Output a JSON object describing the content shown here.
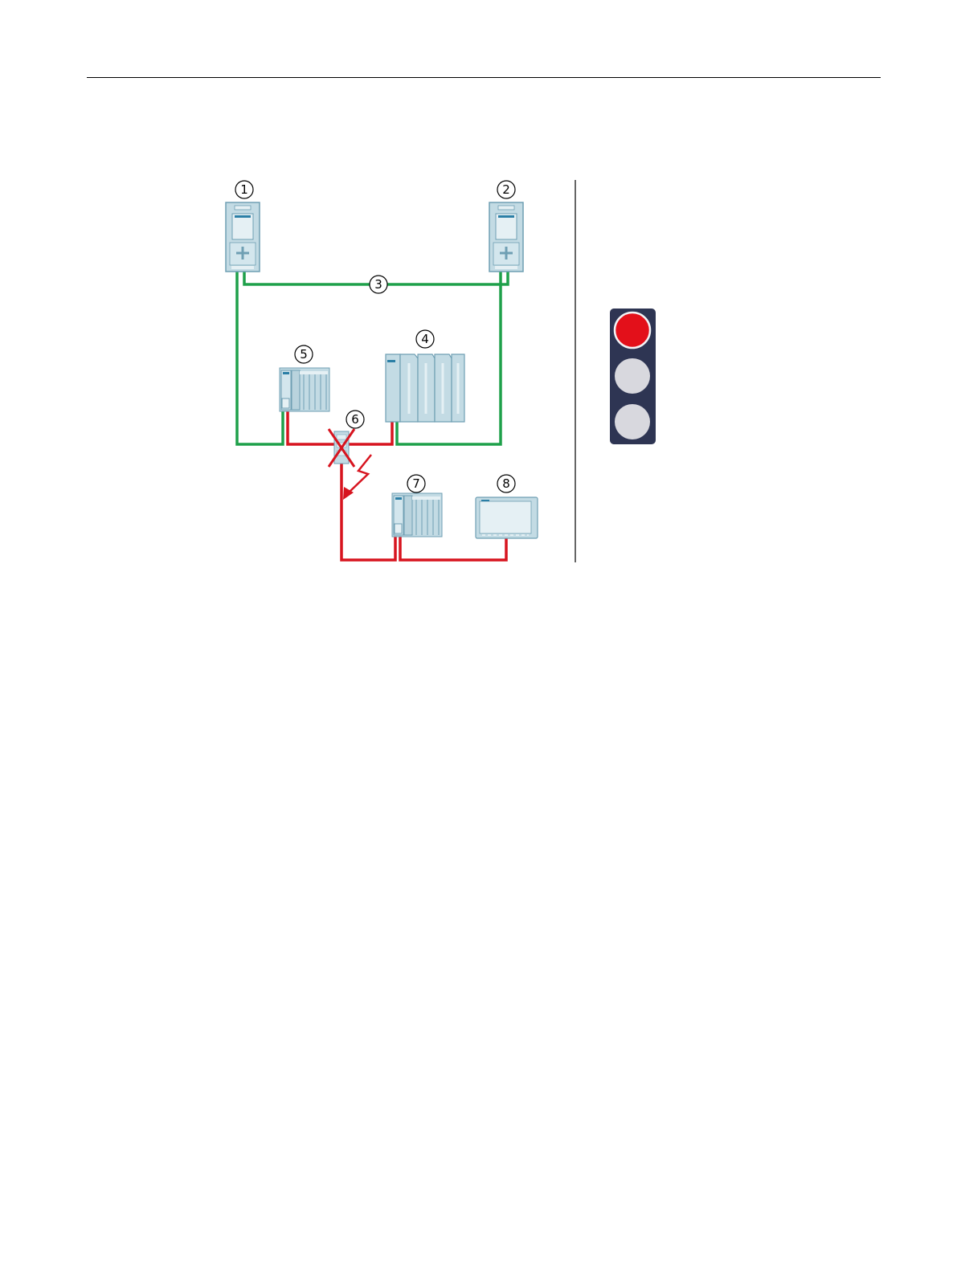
{
  "figure": {
    "callouts": [
      "1",
      "2",
      "3",
      "4",
      "5",
      "6",
      "7",
      "8"
    ],
    "devices": [
      {
        "id": "1",
        "name": "cpu-primary"
      },
      {
        "id": "2",
        "name": "cpu-backup"
      },
      {
        "id": "3",
        "name": "redundancy-connection"
      },
      {
        "id": "4",
        "name": "io-station"
      },
      {
        "id": "5",
        "name": "io-device-5"
      },
      {
        "id": "6",
        "name": "switch-failed"
      },
      {
        "id": "7",
        "name": "io-device-7"
      },
      {
        "id": "8",
        "name": "hmi-panel"
      }
    ],
    "colors": {
      "line_ok": "#1ea04a",
      "line_fault": "#d7141f",
      "device_fill": "#c3dbe4",
      "device_stroke": "#6f9fb3",
      "traffic_light_body": "#2e3553",
      "lamp_red": "#e3101a",
      "lamp_off": "#d8d8de"
    },
    "traffic_light": {
      "active_lamp": "red"
    }
  }
}
